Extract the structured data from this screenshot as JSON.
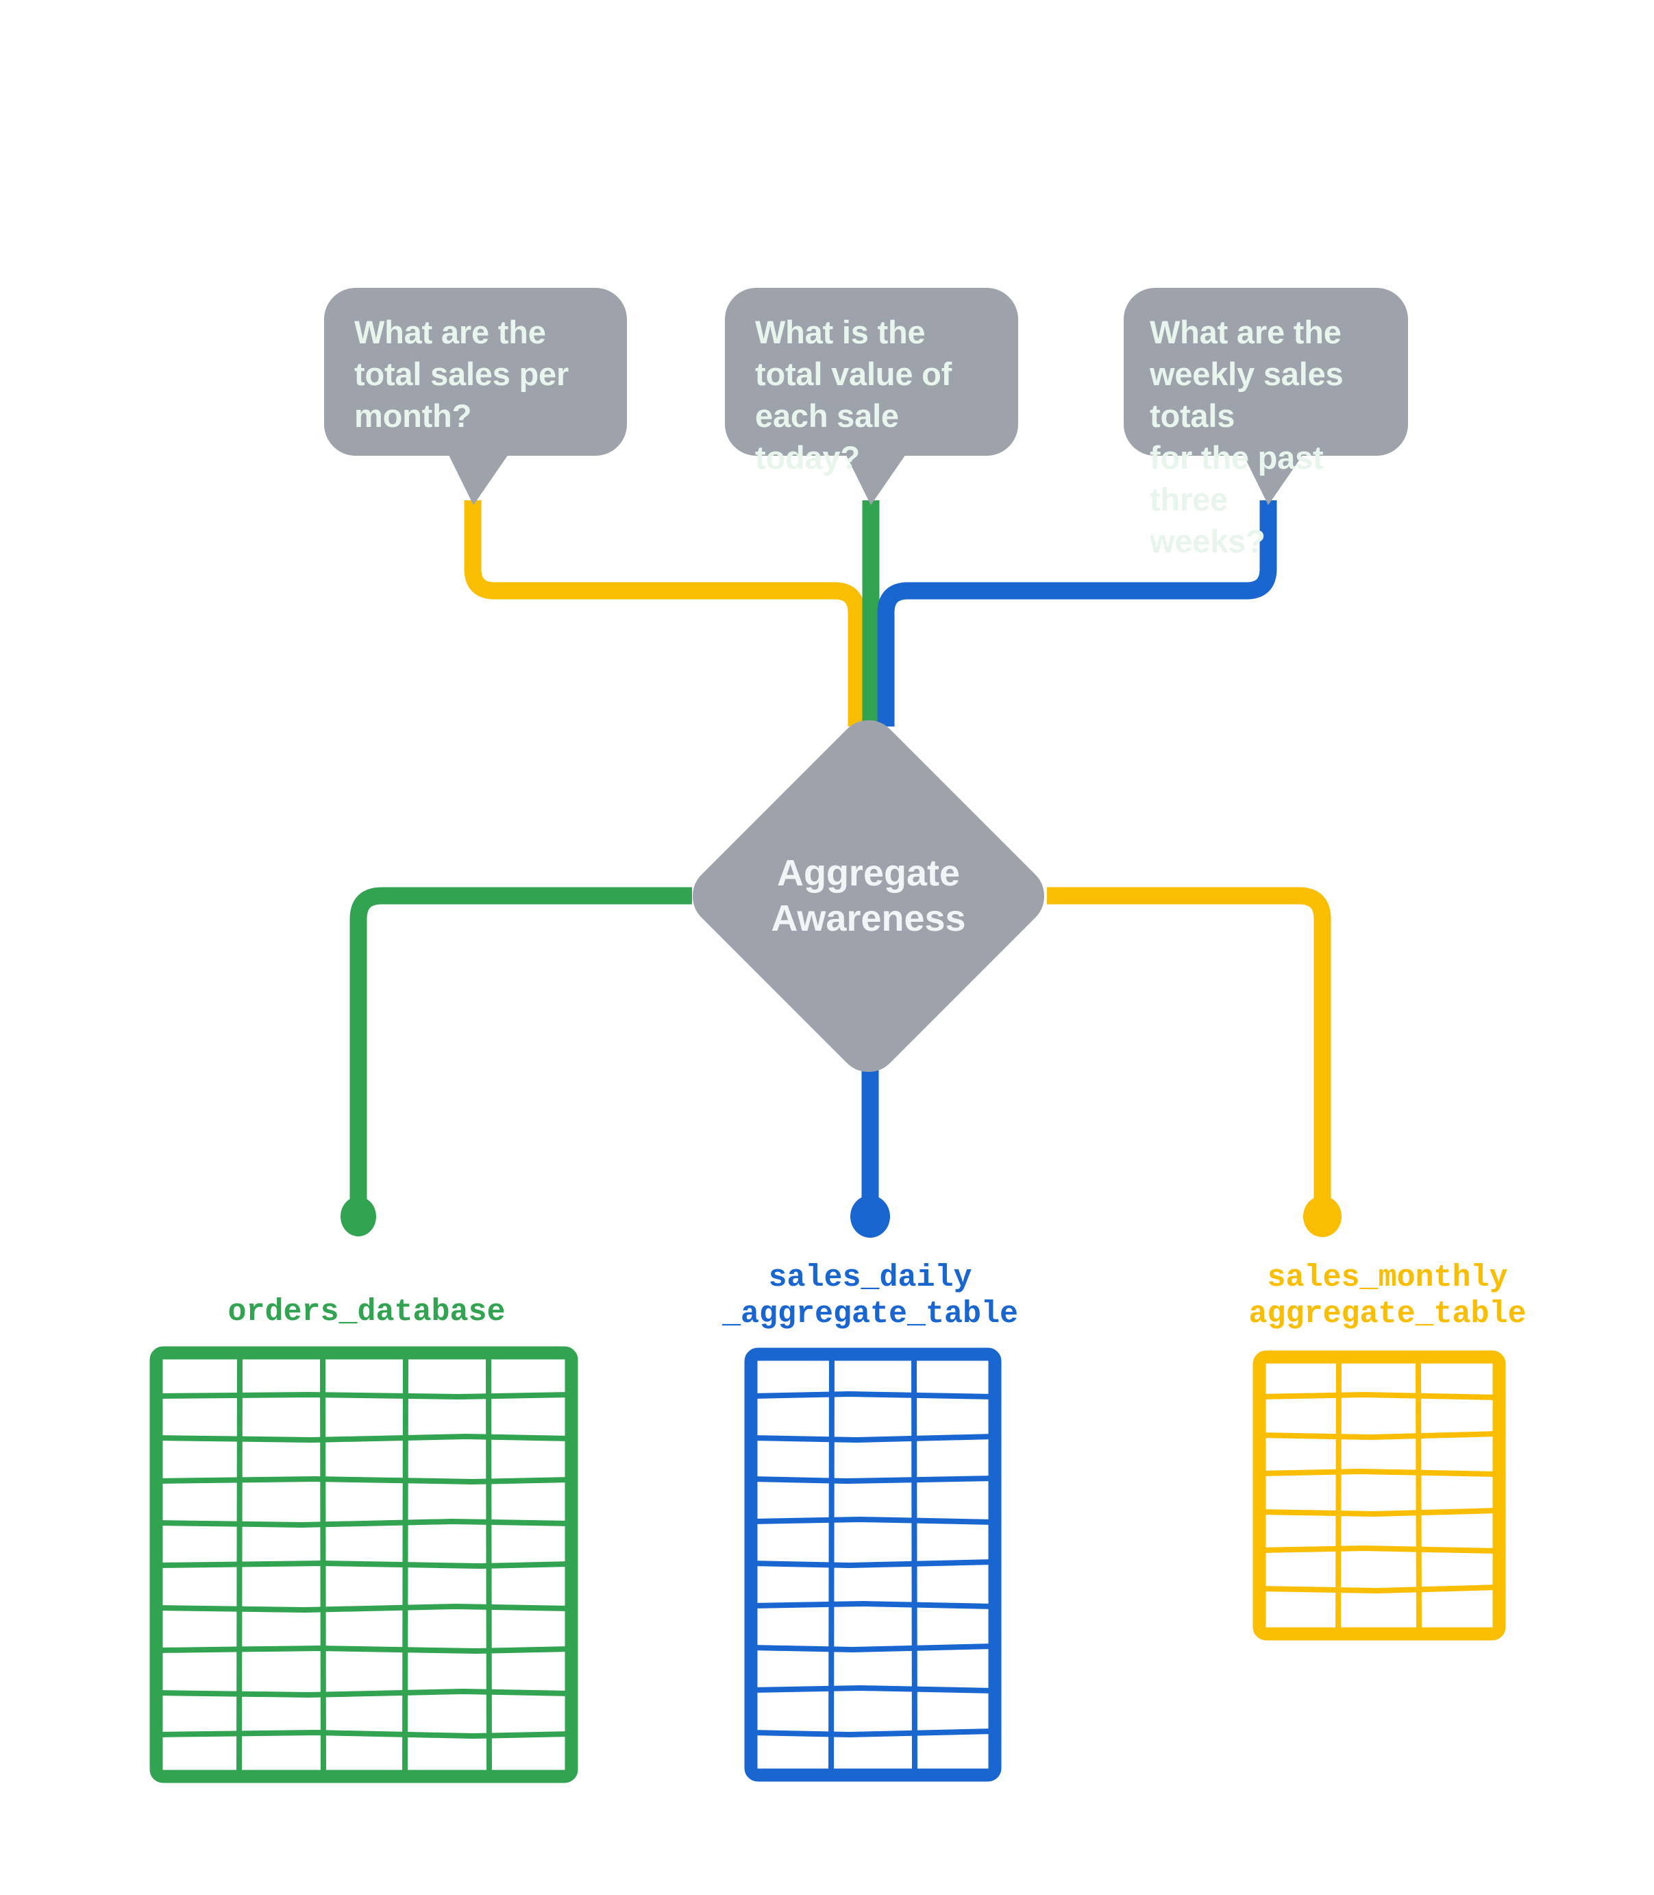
{
  "diagram": {
    "title": "Aggregate Awareness",
    "central_node": {
      "label": "Aggregate\nAwareness",
      "shape": "diamond",
      "color": "#9da2ab"
    },
    "questions": [
      {
        "id": "question-monthly",
        "text": "What are the\ntotal sales per\nmonth?",
        "connector_color": "#f9be02",
        "routes_to": "sales_monthly_aggregate_table"
      },
      {
        "id": "question-daily",
        "text": "What is the\ntotal value of\neach sale today?",
        "connector_color": "#32a350",
        "routes_to": "orders_database"
      },
      {
        "id": "question-weekly",
        "text": "What are the\nweekly sales totals\nfor the past three\nweeks?",
        "connector_color": "#1a66d0",
        "routes_to": "sales_daily_aggregate_table"
      }
    ],
    "data_sources": [
      {
        "id": "orders-database",
        "name": "orders_database",
        "color": "#32a350",
        "columns": 5,
        "rows": 10
      },
      {
        "id": "sales-daily-aggregate-table",
        "name": "sales_daily\n_aggregate_table",
        "color": "#1a66d0",
        "columns": 3,
        "rows": 10
      },
      {
        "id": "sales-monthly-aggregate-table",
        "name": "sales_monthly\naggregate_table",
        "color": "#f9be02",
        "columns": 3,
        "rows": 7
      }
    ],
    "colors": {
      "gray": "#9da2ab",
      "bubble_text": "#e8f5ec",
      "node_text": "#f0f6f5",
      "green": "#32a350",
      "blue": "#1a66d0",
      "yellow": "#f9be02",
      "background": "#ffffff"
    }
  }
}
